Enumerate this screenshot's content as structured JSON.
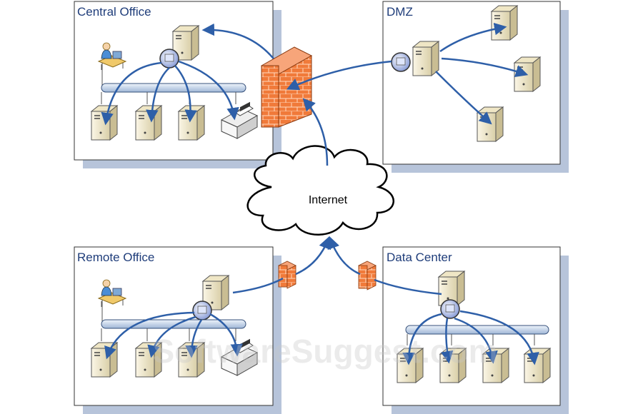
{
  "panels": {
    "central_office": "Central Office",
    "dmz": "DMZ",
    "remote_office": "Remote Office",
    "data_center": "Data Center"
  },
  "cloud": {
    "label": "Internet"
  },
  "watermark": "SoftwareSuggest.com",
  "colors": {
    "connector": "#2e5fa8",
    "panel_shadow": "#b7c4da",
    "bus_fill": "#d7e3f3",
    "firewall": "#f07a3a",
    "server_body": "#f3ead0",
    "title_text": "#1f3d7a"
  },
  "icons": [
    "server-icon",
    "router-hub-icon",
    "firewall-icon",
    "printer-icon",
    "user-workstation-icon",
    "cloud-icon"
  ]
}
